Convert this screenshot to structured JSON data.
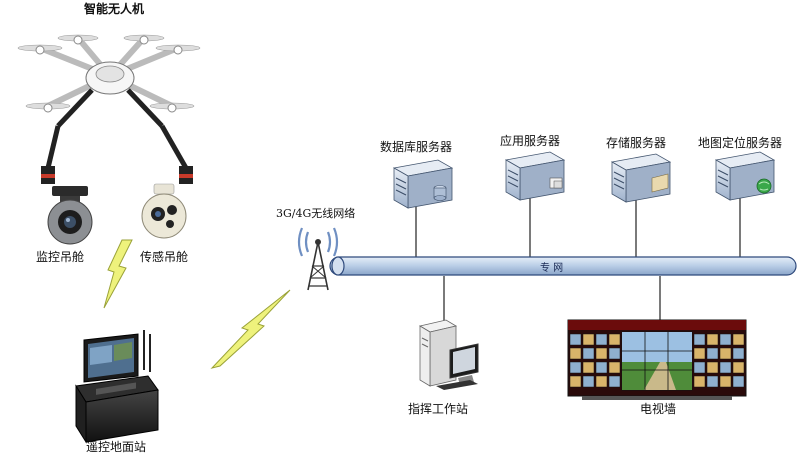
{
  "drone": {
    "label": "智能无人机"
  },
  "gimbal_monitor": {
    "label": "监控吊舱"
  },
  "gimbal_sensor": {
    "label": "传感吊舱"
  },
  "ground_station": {
    "label": "遥控地面站"
  },
  "wireless": {
    "label": "3G/4G无线网络"
  },
  "network": {
    "label": "专  网"
  },
  "servers": [
    {
      "label": "数据库服务器"
    },
    {
      "label": "应用服务器"
    },
    {
      "label": "存储服务器"
    },
    {
      "label": "地图定位服务器"
    }
  ],
  "workstation": {
    "label": "指挥工作站"
  },
  "video_wall": {
    "label": "电视墙"
  },
  "colors": {
    "bus_fill": "#b9cde6",
    "bus_stroke": "#2f4a7c",
    "lightning": "#e9f07a",
    "server_body": "#c7d3e3"
  }
}
